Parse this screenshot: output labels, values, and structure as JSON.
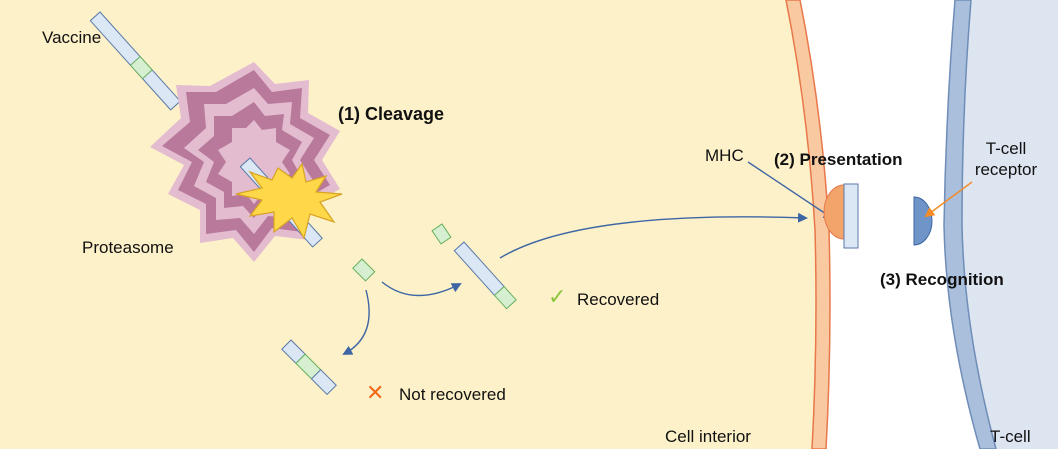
{
  "labels": {
    "vaccine": "Vaccine",
    "proteasome": "Proteasome",
    "cleavage": "(1) Cleavage",
    "mhc": "MHC",
    "presentation": "(2) Presentation",
    "tcell_receptor_line1": "T-cell",
    "tcell_receptor_line2": "receptor",
    "recognition": "(3) Recognition",
    "recovered": "Recovered",
    "not_recovered": "Not recovered",
    "cell_interior": "Cell interior",
    "tcell": "T-cell"
  },
  "icons": {
    "check": "✓",
    "cross": "✕"
  },
  "colors": {
    "cell_interior": "#fdf1c9",
    "cell_membrane": "#f9caa1",
    "membrane_edge": "#e8774a",
    "tcell_body": "#dde5f0",
    "tcell_membrane": "#a9bfdb",
    "tcell_edge": "#6f8db8",
    "proteasome_dark": "#b9799b",
    "proteasome_light": "#e3bcd0",
    "peptide_fill": "#dbe7f4",
    "peptide_stroke": "#5a7aa8",
    "epitope_fill": "#d6efd0",
    "epitope_stroke": "#68b05e",
    "burst_fill": "#ffd84a",
    "burst_stroke": "#d8a323",
    "mhc_fill": "#f2a46a",
    "receptor_fill": "#6f94c8",
    "arrow_blue": "#3e66a4",
    "arrow_orange": "#f28c28",
    "check_green": "#8cc63f",
    "cross_orange": "#ef6b1c"
  }
}
